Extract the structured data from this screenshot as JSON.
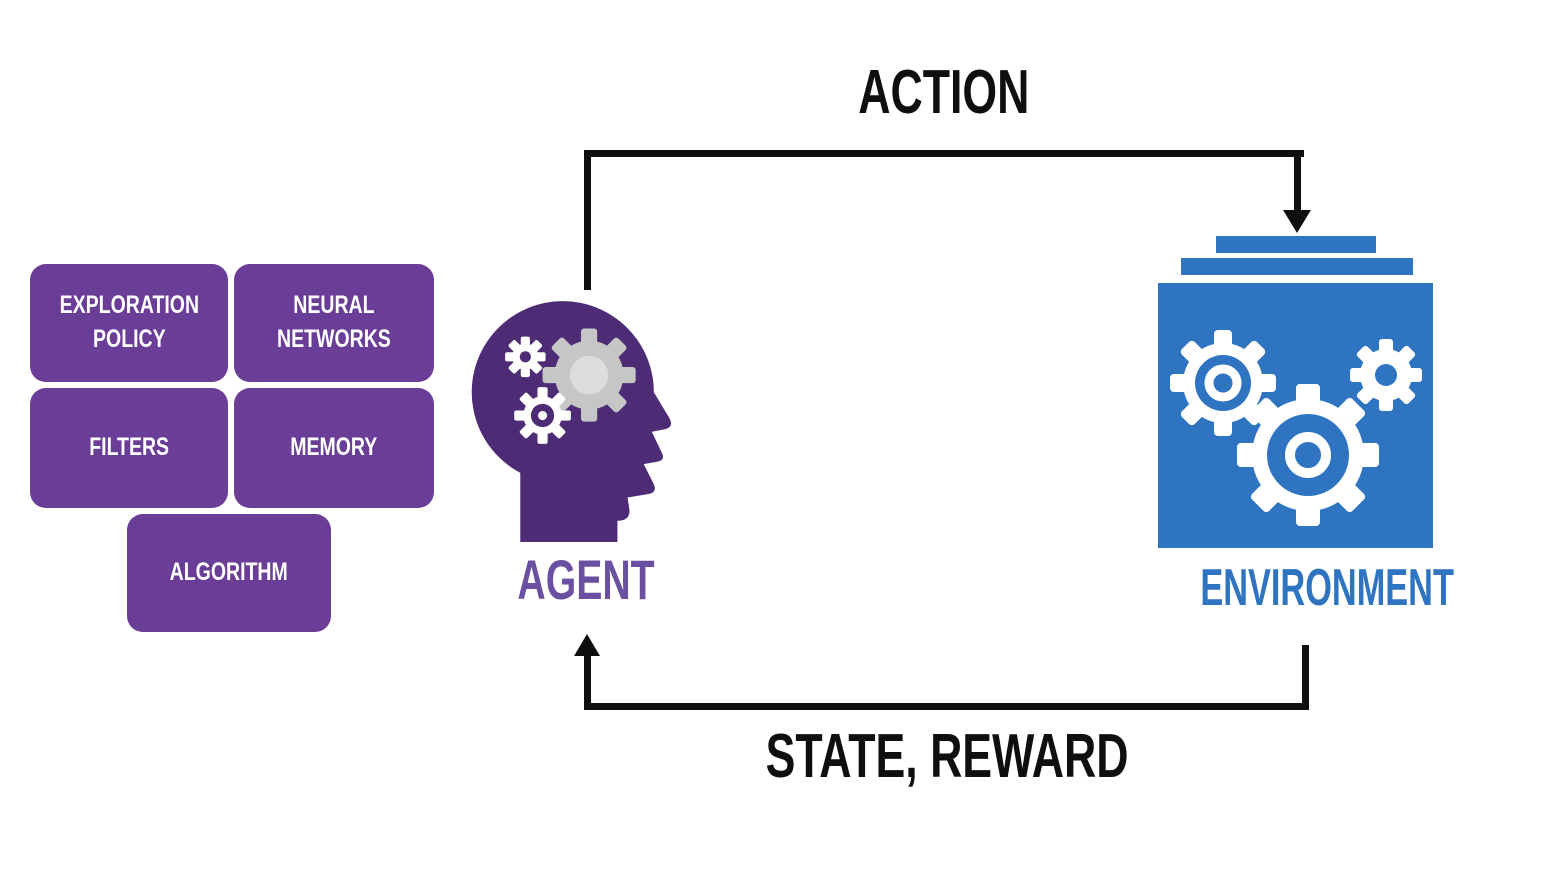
{
  "diagram": {
    "title_hint": "reinforcement-learning-loop",
    "flow_labels": {
      "action": "ACTION",
      "state_reward": "STATE, REWARD"
    },
    "nodes": {
      "agent": {
        "label": "AGENT"
      },
      "environment": {
        "label": "ENVIRONMENT"
      }
    },
    "agent_components": [
      {
        "label": "EXPLORATION\nPOLICY"
      },
      {
        "label": "NEURAL\nNETWORKS"
      },
      {
        "label": "FILTERS"
      },
      {
        "label": "MEMORY"
      },
      {
        "label": "ALGORITHM"
      }
    ],
    "colors": {
      "component_box_purple": "#6a3d96",
      "agent_head_purple": "#4d2c75",
      "agent_text_purple": "#6b4fa0",
      "environment_blue": "#2e74c1",
      "arrow_black": "#0f0f0f",
      "gear_gray": "#c6c6c6",
      "gear_gray_center": "#dcdcdc",
      "background": "#ffffff"
    },
    "icons": {
      "agent": "head-with-gears-icon",
      "environment": "machine-with-gears-icon"
    }
  }
}
